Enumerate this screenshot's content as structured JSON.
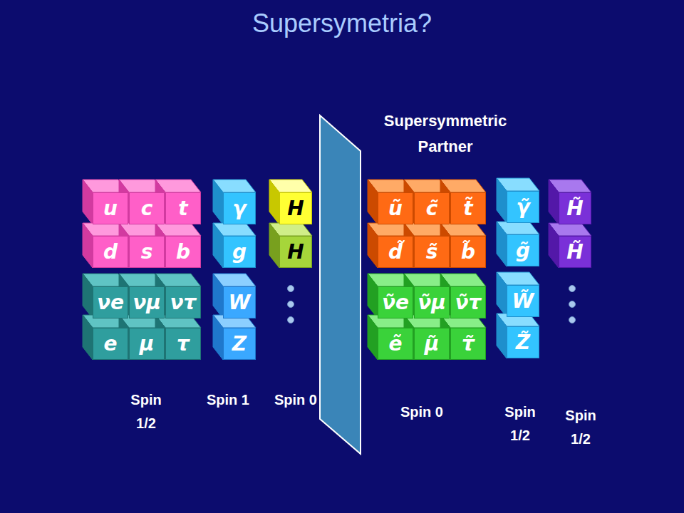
{
  "diagram": {
    "title": "Supersymetria?",
    "nodes": [
      {
        "text": [
          "u"
        ]
      },
      {
        "text": [
          "c"
        ]
      },
      {
        "text": [
          "t"
        ]
      },
      {
        "text": [
          "d"
        ]
      },
      {
        "text": [
          "s"
        ]
      },
      {
        "text": [
          "b"
        ]
      },
      {
        "text": [
          "νe"
        ]
      },
      {
        "text": [
          "νμ"
        ]
      },
      {
        "text": [
          "ντ"
        ]
      },
      {
        "text": [
          "e"
        ]
      },
      {
        "text": [
          "μ"
        ]
      },
      {
        "text": [
          "τ"
        ]
      },
      {
        "text": [
          "γ"
        ]
      },
      {
        "text": [
          "g"
        ]
      },
      {
        "text": [
          "W"
        ]
      },
      {
        "text": [
          "Z"
        ]
      },
      {
        "text": [
          "H"
        ]
      },
      {
        "text": [
          "H"
        ]
      },
      {
        "text": [
          "ũ"
        ]
      },
      {
        "text": [
          "c̃"
        ]
      },
      {
        "text": [
          "t̃"
        ]
      },
      {
        "text": [
          "d̃"
        ]
      },
      {
        "text": [
          "s̃"
        ]
      },
      {
        "text": [
          "b̃"
        ]
      },
      {
        "text": [
          "ν̃e"
        ]
      },
      {
        "text": [
          "ν̃μ"
        ]
      },
      {
        "text": [
          "ν̃τ"
        ]
      },
      {
        "text": [
          "ẽ"
        ]
      },
      {
        "text": [
          "μ̃"
        ]
      },
      {
        "text": [
          "τ̃"
        ]
      },
      {
        "text": [
          "γ̃"
        ]
      },
      {
        "text": [
          "g̃"
        ]
      },
      {
        "text": [
          "W̃"
        ]
      },
      {
        "text": [
          "Z̃"
        ]
      },
      {
        "text": [
          "H̃"
        ]
      },
      {
        "text": [
          "H̃"
        ]
      }
    ],
    "labels": [
      "Supersymmetric Partner",
      "Spin 1/2",
      "Spin 1",
      "Spin 0",
      "Spin 0",
      "Spin 1/2",
      "Spin 1/2"
    ]
  }
}
